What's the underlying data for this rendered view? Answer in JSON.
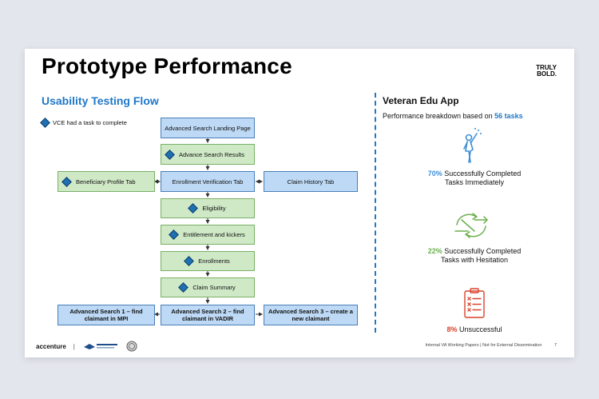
{
  "slide": {
    "title": "Prototype Performance",
    "logo_line1": "TRULY",
    "logo_line2": "BOLD."
  },
  "left": {
    "heading": "Usability Testing Flow",
    "legend": "VCE had a task to complete"
  },
  "flow": {
    "landing": "Advanced Search Landing Page",
    "results": "Advance Search Results",
    "beneficiary": "Beneficiary Profile Tab",
    "enrollment_verification": "Enrollment Verification Tab",
    "claim_history": "Claim History Tab",
    "eligibility": "Eligibility",
    "entitlement": "Entitlement and kickers",
    "enrollments": "Enrollments",
    "claim_summary": "Claim Summary",
    "search1": "Advanced Search 1 – find claimant in MPI",
    "search2": "Advanced Search 2 – find claimant in VADIR",
    "search3": "Advanced Search 3 – create a new claimant"
  },
  "right": {
    "heading": "Veteran Edu App",
    "perf_prefix": "Performance breakdown based on",
    "perf_tasks": "56 tasks",
    "stat1_pct": "70%",
    "stat1_text": "Successfully Completed Tasks Immediately",
    "stat2_pct": "22%",
    "stat2_text": "Successfully Completed Tasks with Hesitation",
    "stat3_pct": "8%",
    "stat3_text": "Unsuccessful"
  },
  "footer": {
    "brand": "accenture",
    "separator": "|",
    "notice": "Internal VA Working Papers | Not for External Dissemination",
    "page_number": "7"
  },
  "colors": {
    "accent_blue": "#1f78c8",
    "success_blue": "#3b8fd6",
    "hesitation_green": "#6ab04c",
    "unsuccessful_red": "#d9412b"
  }
}
